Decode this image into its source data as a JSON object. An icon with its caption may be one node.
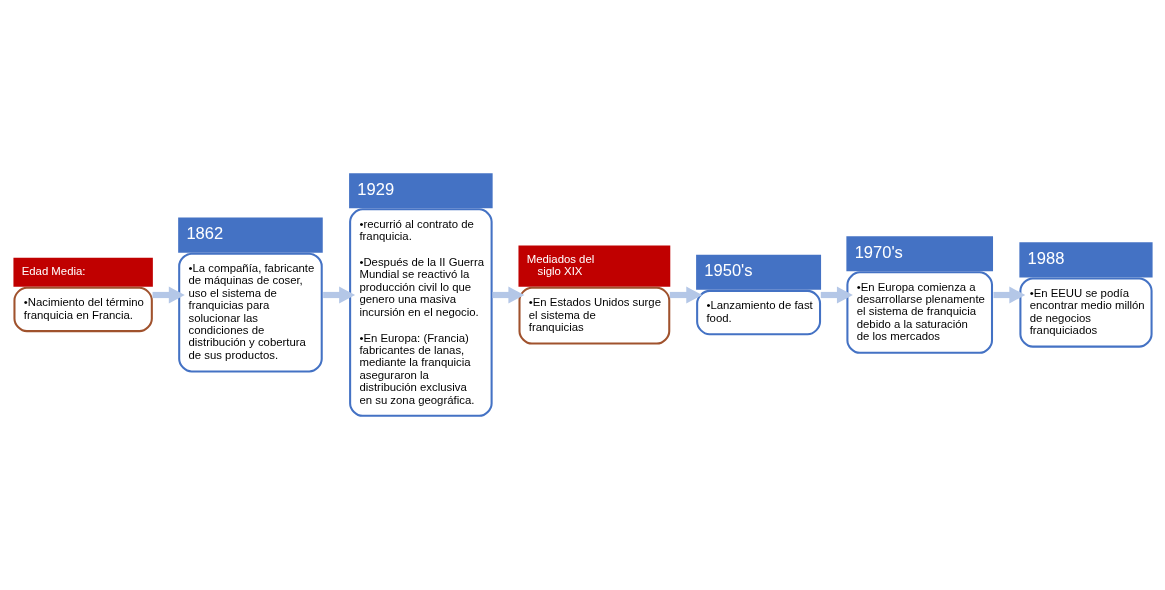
{
  "diagram": {
    "nodes": [
      {
        "text": [
          "Edad Media:",
          "•Nacimiento del término franquicia en Francia."
        ]
      },
      {
        "text": [
          "1862",
          "•La compañía, fabricante de máquinas de coser, uso el sistema de franquicias para solucionar las condiciones de distribución y cobertura de sus productos."
        ]
      },
      {
        "text": [
          "1929",
          "•recurrió al contrato de franquicia.",
          "•Después de la II Guerra Mundial se reactivó la producción civil lo que genero una masiva incursión en el negocio.",
          "•En Europa: (Francia) fabricantes de lanas, mediante la franquicia aseguraron la distribución exclusiva en su zona geográfica."
        ]
      },
      {
        "text": [
          "Mediados del siglo XIX",
          "•En Estados Unidos surge el sistema de franquicias"
        ]
      },
      {
        "text": [
          "1950's",
          "•Lanzamiento de fast food."
        ]
      },
      {
        "text": [
          "1970's",
          "•En Europa comienza a desarrollarse plenamente el sistema de franquicia debido a la saturación de los mercados"
        ]
      },
      {
        "text": [
          "1988",
          "•En EEUU se podía encontrar medio millón de negocios franquiciados"
        ]
      }
    ],
    "edges": [
      {
        "from": 0,
        "to": 1,
        "arrow": "to"
      },
      {
        "from": 1,
        "to": 2,
        "arrow": "to"
      },
      {
        "from": 2,
        "to": 3,
        "arrow": "to"
      },
      {
        "from": 3,
        "to": 4,
        "arrow": "to"
      },
      {
        "from": 4,
        "to": 5,
        "arrow": "to"
      },
      {
        "from": 5,
        "to": 6,
        "arrow": "to"
      }
    ]
  }
}
